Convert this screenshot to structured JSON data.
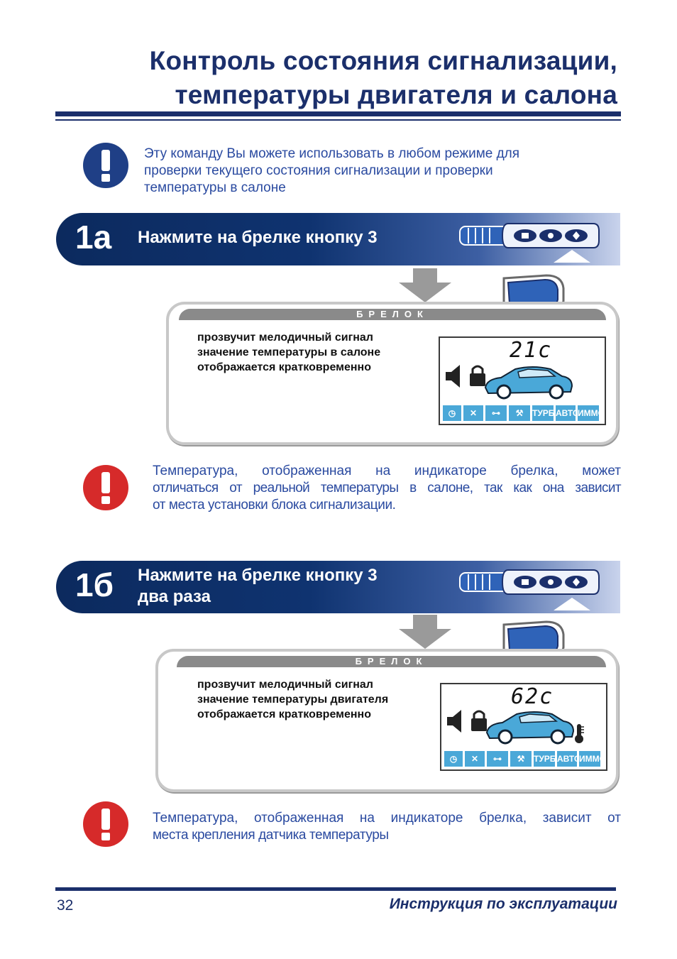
{
  "header": {
    "title_line1": "Контроль состояния сигнализации,",
    "title_line2": "температуры двигателя и салона"
  },
  "intro_note": {
    "icon": "exclamation-icon",
    "color": "#1f3f86",
    "lines": [
      "Эту команду Вы можете использовать в любом режиме для",
      "проверки текущего состояния сигнализации и проверки",
      "температуры в салоне"
    ]
  },
  "steps": [
    {
      "number": "1а",
      "label_lines": [
        "Нажмите на брелке кнопку 3",
        ""
      ],
      "panel_header": "БРЕЛОК",
      "panel_lines": [
        "прозвучит мелодичный сигнал",
        "значение температуры в салоне",
        "отображается кратковременно"
      ],
      "lcd": {
        "temperature": "21c",
        "buttons": [
          "ТУРБО",
          "АВТО",
          "ИММО"
        ],
        "thermometer": false
      }
    },
    {
      "number": "1б",
      "label_lines": [
        "Нажмите на брелке кнопку 3",
        "два раза"
      ],
      "panel_header": "БРЕЛОК",
      "panel_lines": [
        "прозвучит мелодичный сигнал",
        "значение температуры двигателя",
        "отображается кратковременно"
      ],
      "lcd": {
        "temperature": "62c",
        "buttons": [
          "ТУРБО",
          "АВТО",
          "ИММО"
        ],
        "thermometer": true
      }
    }
  ],
  "warning_notes": [
    {
      "icon": "exclamation-icon",
      "color": "#d62a2a",
      "lines": [
        "Температура, отображенная на индикаторе брелка, может",
        "отличаться от реальной температуры в салоне, так как она зависит",
        "от места установки блока сигнализации."
      ]
    },
    {
      "icon": "exclamation-icon",
      "color": "#d62a2a",
      "lines": [
        "Температура, отображенная на индикаторе брелка, зависит от",
        "места крепления датчика температуры"
      ]
    }
  ],
  "footer": {
    "page_number": "32",
    "title": "Инструкция по эксплуатации"
  }
}
